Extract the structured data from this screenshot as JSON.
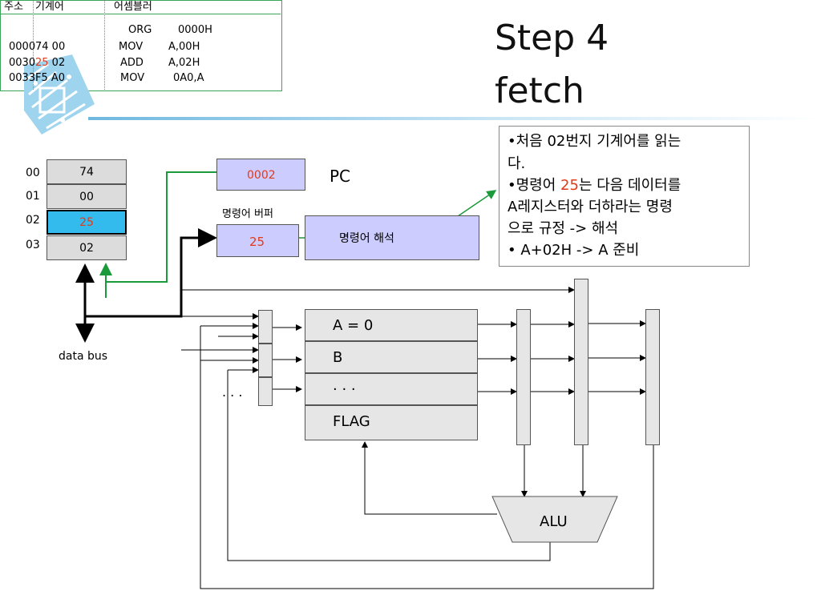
{
  "title": {
    "line1": "Step 4",
    "line2": "fetch"
  },
  "code_table": {
    "headers": [
      "주소",
      "기계어",
      "어셈블러"
    ],
    "rows": [
      {
        "addr": "",
        "code_pre": "",
        "code_hi": "",
        "code_post": "",
        "op": "ORG",
        "arg": "0000H"
      },
      {
        "addr": "0000",
        "code_pre": "74 00",
        "code_hi": "",
        "code_post": "",
        "op": "MOV",
        "arg": "A,00H"
      },
      {
        "addr": "0030",
        "code_pre": "",
        "code_hi": "25",
        "code_post": " 02",
        "op": "ADD",
        "arg": "A,02H"
      },
      {
        "addr": "0033",
        "code_pre": "F5 A0",
        "code_hi": "",
        "code_post": "",
        "op": "MOV",
        "arg": "0A0,A"
      }
    ]
  },
  "memory": {
    "addresses": [
      "00",
      "01",
      "02",
      "03"
    ],
    "values": [
      "74",
      "00",
      "25",
      "02"
    ],
    "highlight_index": 2
  },
  "pc": {
    "value": "0002",
    "label": "PC"
  },
  "instr_buffer": {
    "label": "명령어 버퍼",
    "value": "25",
    "decode_label": "명령어 해석"
  },
  "info_box": {
    "l1": "•처음 02번지 기계어를 읽는",
    "l2": "다.",
    "l3_pre": "•명령어 ",
    "l3_hi": "25",
    "l3_post": "는 다음 데이터를",
    "l4": "A레지스터와 더하라는 명령",
    "l5": "으로 규정 -> 해석",
    "l6": "• A+02H -> A 준비"
  },
  "registers": [
    "A = 0",
    "B",
    "· · ·",
    "FLAG"
  ],
  "left_dots": ". . .",
  "alu_label": "ALU",
  "data_bus_label": "data bus",
  "colors": {
    "accent_red": "#e03a1a",
    "green_arrow": "#1a9a3a",
    "highlight_cell": "#33bbee",
    "purple_box": "#ccccff"
  }
}
